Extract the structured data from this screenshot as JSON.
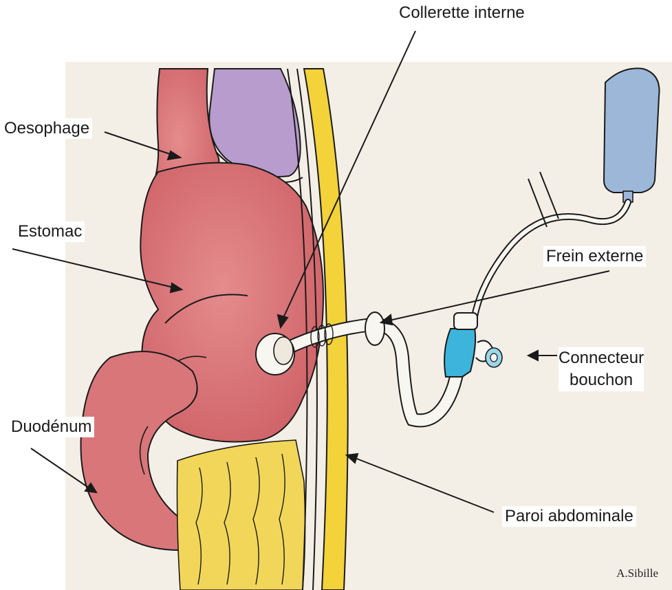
{
  "labels": {
    "collerette": "Collerette interne",
    "oesophage": "Oesophage",
    "estomac": "Estomac",
    "frein": "Frein externe",
    "connecteur_line1": "Connecteur",
    "connecteur_line2": "bouchon",
    "duodenum": "Duodénum",
    "paroi": "Paroi abdominale"
  },
  "signature": "A.Sibille",
  "colors": {
    "paper": "#f4efe6",
    "organ": "#d9767a",
    "organ_dark": "#c75c62",
    "vessel": "#b79ccd",
    "wall": "#f3d23a",
    "fat": "#f2d65a",
    "bag": "#9db7d9",
    "connector": "#3db4dc",
    "ink": "#1a1a1a"
  }
}
